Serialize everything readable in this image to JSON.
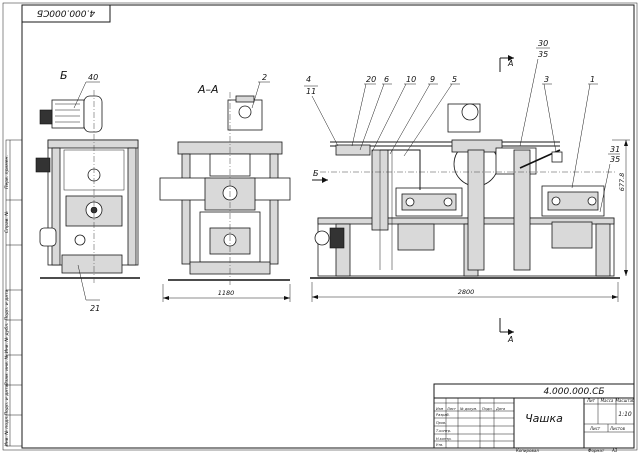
{
  "drawing": {
    "rotated_code": "4.000.000СБ",
    "view_b_label": "Б",
    "view_aa_label": "А–А",
    "section_mark": "А",
    "arrow_b_label": "Б",
    "dim_width": "1180",
    "dim_length": "2800",
    "dim_height": "677.8",
    "callouts": {
      "c40": "40",
      "c2": "2",
      "c4": "4",
      "c11": "11",
      "c20": "20",
      "c6": "6",
      "c10": "10",
      "c9": "9",
      "c5": "5",
      "c30": "30",
      "c35a": "35",
      "c3": "3",
      "c1": "1",
      "c31": "31",
      "c35b": "35",
      "c21": "21"
    }
  },
  "side_stamps": {
    "s1": "Перв. примен.",
    "s2": "Справ. №",
    "s3": "Подп. и дата",
    "s4": "Инв. № дубл.",
    "s5": "Взам. инв. №",
    "s6": "Подп. и дата",
    "s7": "Инв. № подл."
  },
  "title_block": {
    "code": "4.000.000.СБ",
    "name": "Чашка",
    "col_lit": "Лит",
    "col_mass": "Масса",
    "col_scale": "Масштаб",
    "scale": "1:10",
    "sheet": "Лист",
    "sheets": "Листов",
    "row_izm": "Изм",
    "row_list": "Лист",
    "row_doc": "№ докум.",
    "row_sign": "Подп.",
    "row_date": "Дата",
    "dev": "Разраб.",
    "check": "Пров.",
    "tcontr": "Т.контр.",
    "ncontr": "Н.контр.",
    "approve": "Утв.",
    "copied": "Копировал",
    "format": "Формат",
    "format_val": "А3"
  }
}
